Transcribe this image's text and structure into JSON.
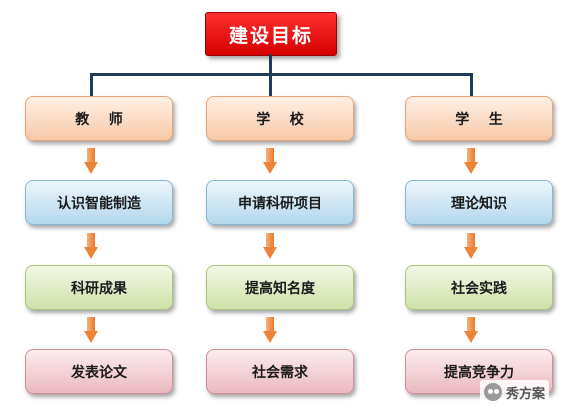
{
  "root": {
    "label": "建设目标"
  },
  "columns": [
    {
      "head": "教    师",
      "items": [
        "认识智能制造",
        "科研成果",
        "发表论文"
      ]
    },
    {
      "head": "学    校",
      "items": [
        "申请科研项目",
        "提高知名度",
        "社会需求"
      ]
    },
    {
      "head": "学    生",
      "items": [
        "理论知识",
        "社会实践",
        "提高竞争力"
      ]
    }
  ],
  "colors": {
    "root": "#e00000",
    "connector": "#1f3b5c",
    "arrow": "#ec8438",
    "level1": "#f6c9a8",
    "level2": "#b4d7ec",
    "level3": "#cfe1a8",
    "level4": "#eab9c0"
  },
  "watermark": {
    "text": "秀方案",
    "icon": "wechat-icon"
  }
}
